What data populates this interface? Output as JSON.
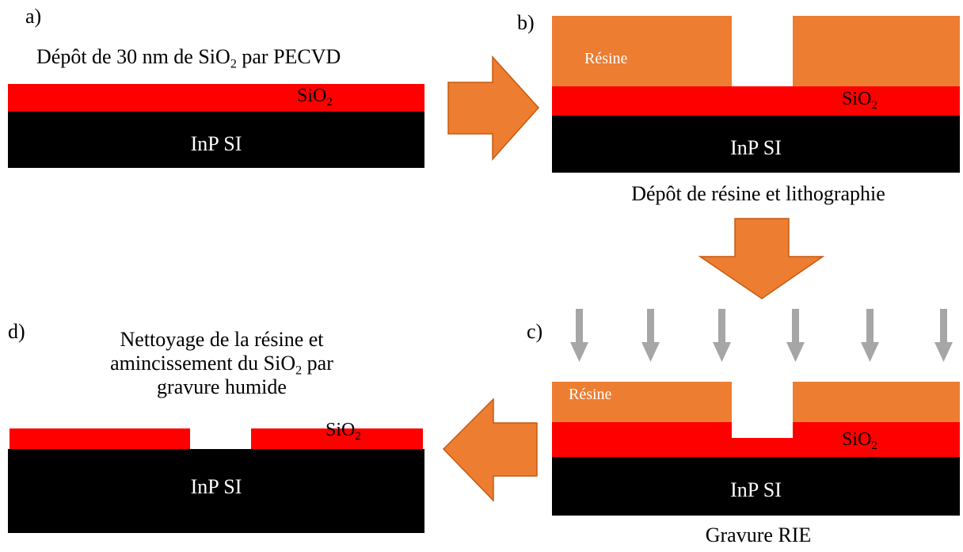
{
  "colors": {
    "inp": "#000000",
    "sio2": "#ff0000",
    "resin": "#ed7d31",
    "process_arrow": "#ed7d31",
    "etch_arrow": "#a6a6a6"
  },
  "panels": {
    "a": {
      "label": "a)",
      "caption_main": "Dépôt de 30 nm de SiO",
      "caption_sub": "2",
      "caption_tail": " par PECVD",
      "sio2_main": "SiO",
      "sio2_sub": "2",
      "substrate": "InP SI"
    },
    "b": {
      "label": "b)",
      "resin": "Résine",
      "sio2_main": "SiO",
      "sio2_sub": "2",
      "substrate": "InP SI",
      "caption": "Dépôt de résine et lithographie"
    },
    "c": {
      "label": "c)",
      "resin": "Résine",
      "sio2_main": "SiO",
      "sio2_sub": "2",
      "substrate": "InP SI",
      "caption": "Gravure RIE"
    },
    "d": {
      "label": "d)",
      "caption_line1": "Nettoyage de la résine et",
      "caption_line2_main": "amincissement du SiO",
      "caption_line2_sub": "2",
      "caption_line2_tail": " par",
      "caption_line3": "gravure humide",
      "sio2_main": "SiO",
      "sio2_sub": "2",
      "substrate": "InP SI"
    }
  }
}
